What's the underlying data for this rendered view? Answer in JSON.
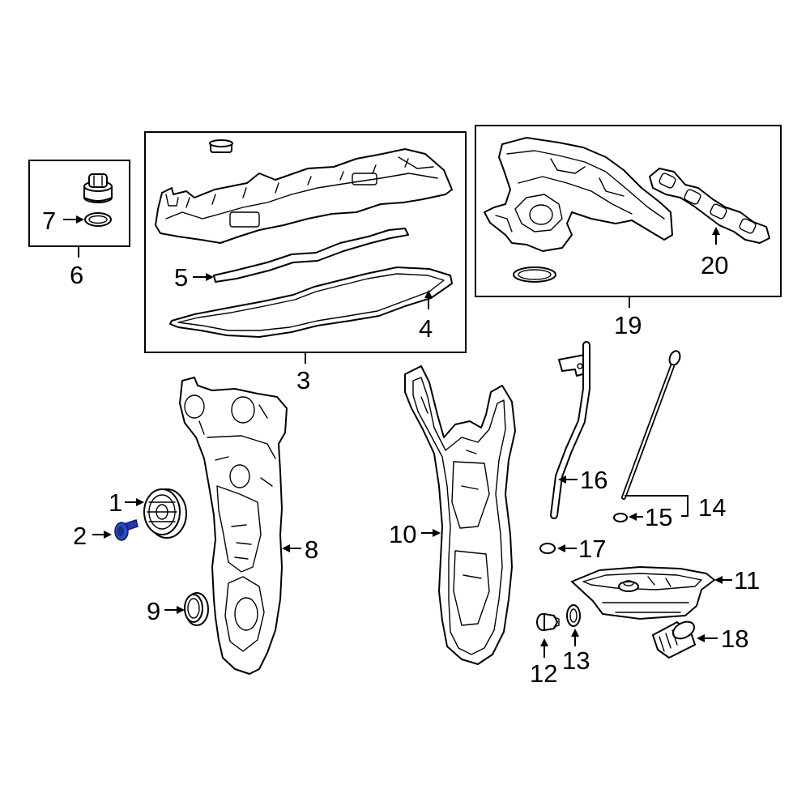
{
  "callouts": {
    "c1": "1",
    "c2": "2",
    "c3": "3",
    "c4": "4",
    "c5": "5",
    "c6": "6",
    "c7": "7",
    "c8": "8",
    "c9": "9",
    "c10": "10",
    "c11": "11",
    "c12": "12",
    "c13": "13",
    "c14": "14",
    "c15": "15",
    "c16": "16",
    "c17": "17",
    "c18": "18",
    "c19": "19",
    "c20": "20"
  },
  "colors": {
    "line": "#000000",
    "background": "#ffffff",
    "highlight": "#1f3aa8"
  },
  "highlighted_part": "2"
}
